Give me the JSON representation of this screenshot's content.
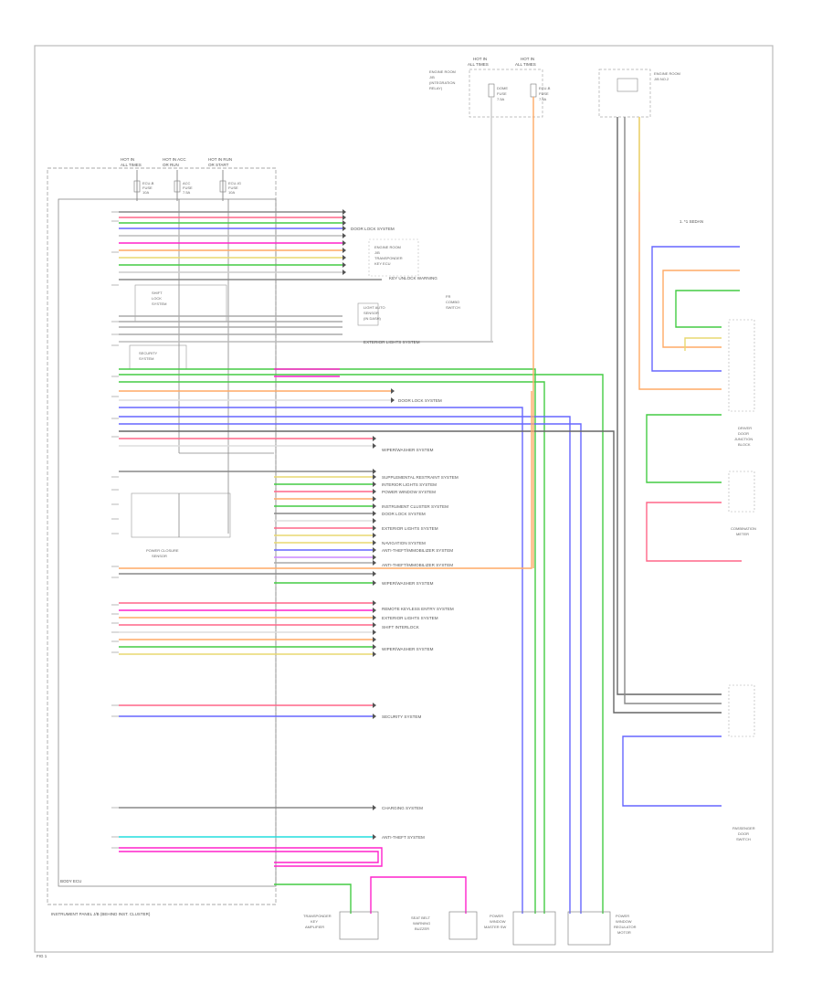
{
  "diagram": {
    "page_label": "FIG 1",
    "main_unit_label": "INSTRUMENT PANEL J/B (BEHIND INST. CLUSTER)",
    "ecu_label": "BODY ECU",
    "key_note": "1. *1 SEDAN",
    "fuse_headers": [
      {
        "line1": "HOT IN",
        "line2": "ALL TIMES"
      },
      {
        "line1": "HOT IN ACC",
        "line2": "OR RUN"
      },
      {
        "line1": "HOT IN RUN",
        "line2": "OR START"
      }
    ],
    "fuse_labels": [
      {
        "line1": "ECU-B",
        "line2": "FUSE",
        "line3": "10A"
      },
      {
        "line1": "ACC",
        "line2": "FUSE",
        "line3": "7.5A"
      },
      {
        "line1": "ECU-IG",
        "line2": "FUSE",
        "line3": "10A"
      }
    ],
    "inner_blocks": [
      {
        "line1": "SHIFT",
        "line2": "LOCK",
        "line3": "SYSTEM"
      },
      {
        "line1": "SECURITY",
        "line2": "SYSTEM"
      },
      {
        "line1": "POWER CLOSURE",
        "line2": "SENSOR"
      }
    ],
    "top_right_headers": [
      {
        "line1": "HOT IN",
        "line2": "ALL TIMES"
      },
      {
        "line1": "HOT IN",
        "line2": "ALL TIMES"
      }
    ],
    "top_right_components": [
      {
        "line1": "ENGINE ROOM",
        "line2": "J/B",
        "line3": "(INTEGRATION",
        "line4": "RELAY)"
      },
      {
        "line1": "DOME",
        "line2": "FUSE",
        "line3": "7.5A"
      },
      {
        "line1": "ECU-B",
        "line2": "FUSE",
        "line3": "7.5A"
      },
      {
        "line1": "ENGINE ROOM",
        "line2": "J/B NO.2"
      }
    ],
    "middle_components": [
      {
        "line1": "ENGINE ROOM",
        "line2": "J/B",
        "line3": "TRANSPONDER",
        "line4": "KEY ECU"
      },
      {
        "line1": "LIGHT AUTO",
        "line2": "SENSOR",
        "line3": "(IN DASH)"
      },
      {
        "line1": "FR",
        "line2": "COMBO",
        "line3": "SWITCH"
      }
    ],
    "right_components": [
      {
        "line1": "DRIVER",
        "line2": "DOOR",
        "line3": "JUNCTION",
        "line4": "BLOCK"
      },
      {
        "line1": "COMBINATION",
        "line2": "METER"
      },
      {
        "line1": "PASSENGER",
        "line2": "DOOR",
        "line3": "SWITCH"
      }
    ],
    "bottom_components": [
      {
        "line1": "TRANSPONDER",
        "line2": "KEY",
        "line3": "AMPLIFIER"
      },
      {
        "line1": "SEAT BELT",
        "line2": "WARNING",
        "line3": "BUZZER"
      },
      {
        "line1": "POWER",
        "line2": "WINDOW",
        "line3": "MASTER SW"
      },
      {
        "line1": "POWER",
        "line2": "WINDOW",
        "line3": "REGULATOR",
        "line4": "MOTOR"
      }
    ],
    "systems": [
      "DOOR LOCK SYSTEM",
      "KEY UNLOCK WARNING",
      "EXTERIOR LIGHTS SYSTEM",
      "DOOR LOCK SYSTEM",
      "WIPER/WASHER SYSTEM",
      "SUPPLEMENTAL RESTRAINT SYSTEM",
      "INTERIOR LIGHTS SYSTEM",
      "POWER WINDOW SYSTEM",
      "INSTRUMENT CLUSTER SYSTEM",
      "DOOR LOCK SYSTEM",
      "EXTERIOR LIGHTS SYSTEM",
      "NAVIGATION SYSTEM",
      "ANTI-THEFT/IMMOBILIZER SYSTEM",
      "ANTI-THEFT/IMMOBILIZER SYSTEM",
      "WIPER/WASHER SYSTEM",
      "REMOTE KEYLESS ENTRY SYSTEM",
      "EXTERIOR LIGHTS SYSTEM",
      "SHIFT INTERLOCK",
      "WIPER/WASHER SYSTEM",
      "SECURITY SYSTEM",
      "CHARGING SYSTEM",
      "ANTI-THEFT SYSTEM"
    ],
    "wire_colors": {
      "green": "#44cc44",
      "magenta": "#ff22cc",
      "blue": "#6666ff",
      "orange": "#ffaa66",
      "red": "#ff6688",
      "cyan": "#22dddd",
      "yellow": "#e8d870",
      "gray": "#666666",
      "white": "#dddddd"
    }
  }
}
